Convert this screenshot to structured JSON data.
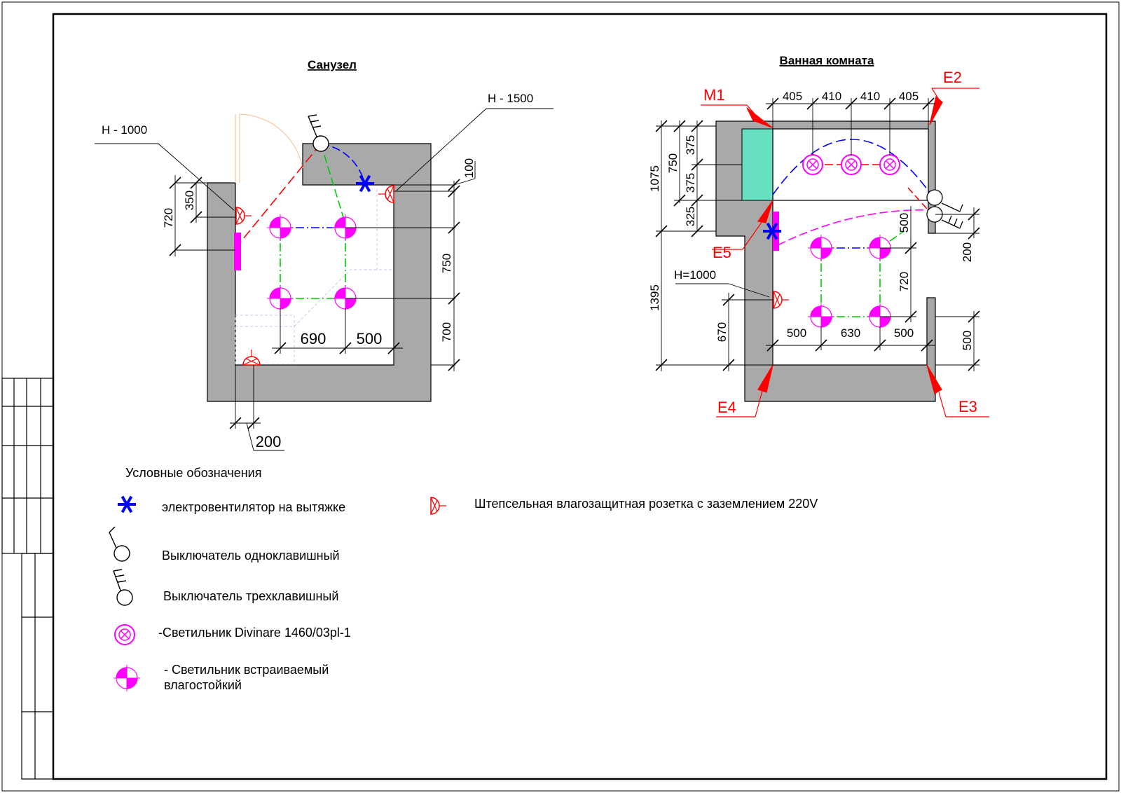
{
  "titles": {
    "wc": "Санузел",
    "bath": "Ванная комната"
  },
  "wc_labels": {
    "h_left": "Н - 1000",
    "h_right": "Н - 1500",
    "dim_100": "100",
    "dim_720": "720",
    "dim_350": "350",
    "dim_750": "750",
    "dim_700": "700",
    "dim_690": "690",
    "dim_500": "500",
    "dim_200": "200"
  },
  "bath_labels": {
    "dim_top_1": "405",
    "dim_top_2": "410",
    "dim_top_3": "410",
    "dim_top_4": "405",
    "dim_1075": "1075",
    "dim_750": "750",
    "dim_375a": "375",
    "dim_375b": "375",
    "dim_325": "325",
    "dim_1395": "1395",
    "dim_670": "670",
    "h_1000": "Н=1000",
    "dim_b500a": "500",
    "dim_b630": "630",
    "dim_b500b": "500",
    "dim_r500": "500",
    "dim_r720": "720",
    "dim_r200": "200",
    "dim_r500b": "500"
  },
  "markers": {
    "m1": "М1",
    "e2": "Е2",
    "e3": "Е3",
    "e4": "Е4",
    "e5": "Е5"
  },
  "legend": {
    "heading": "Условные обозначения",
    "fan": "электровентилятор на вытяжке",
    "switch1": "Выключатель одноклавишный",
    "switch3": "Выключатель трехклавишный",
    "lamp_divinare": "-Светильник Divinare 1460/03pl-1",
    "lamp_recessed_1": "- Светильник встраиваемый",
    "lamp_recessed_2": "влагостойкий",
    "socket": "Штепсельная влагозащитная розетка с заземлением  220V"
  },
  "colors": {
    "wall": "#a9a9a9",
    "magenta": "#ff00ff",
    "blue": "#0000ff",
    "red": "#ff0000",
    "green": "#00cc00",
    "teal": "#66e0c0"
  }
}
